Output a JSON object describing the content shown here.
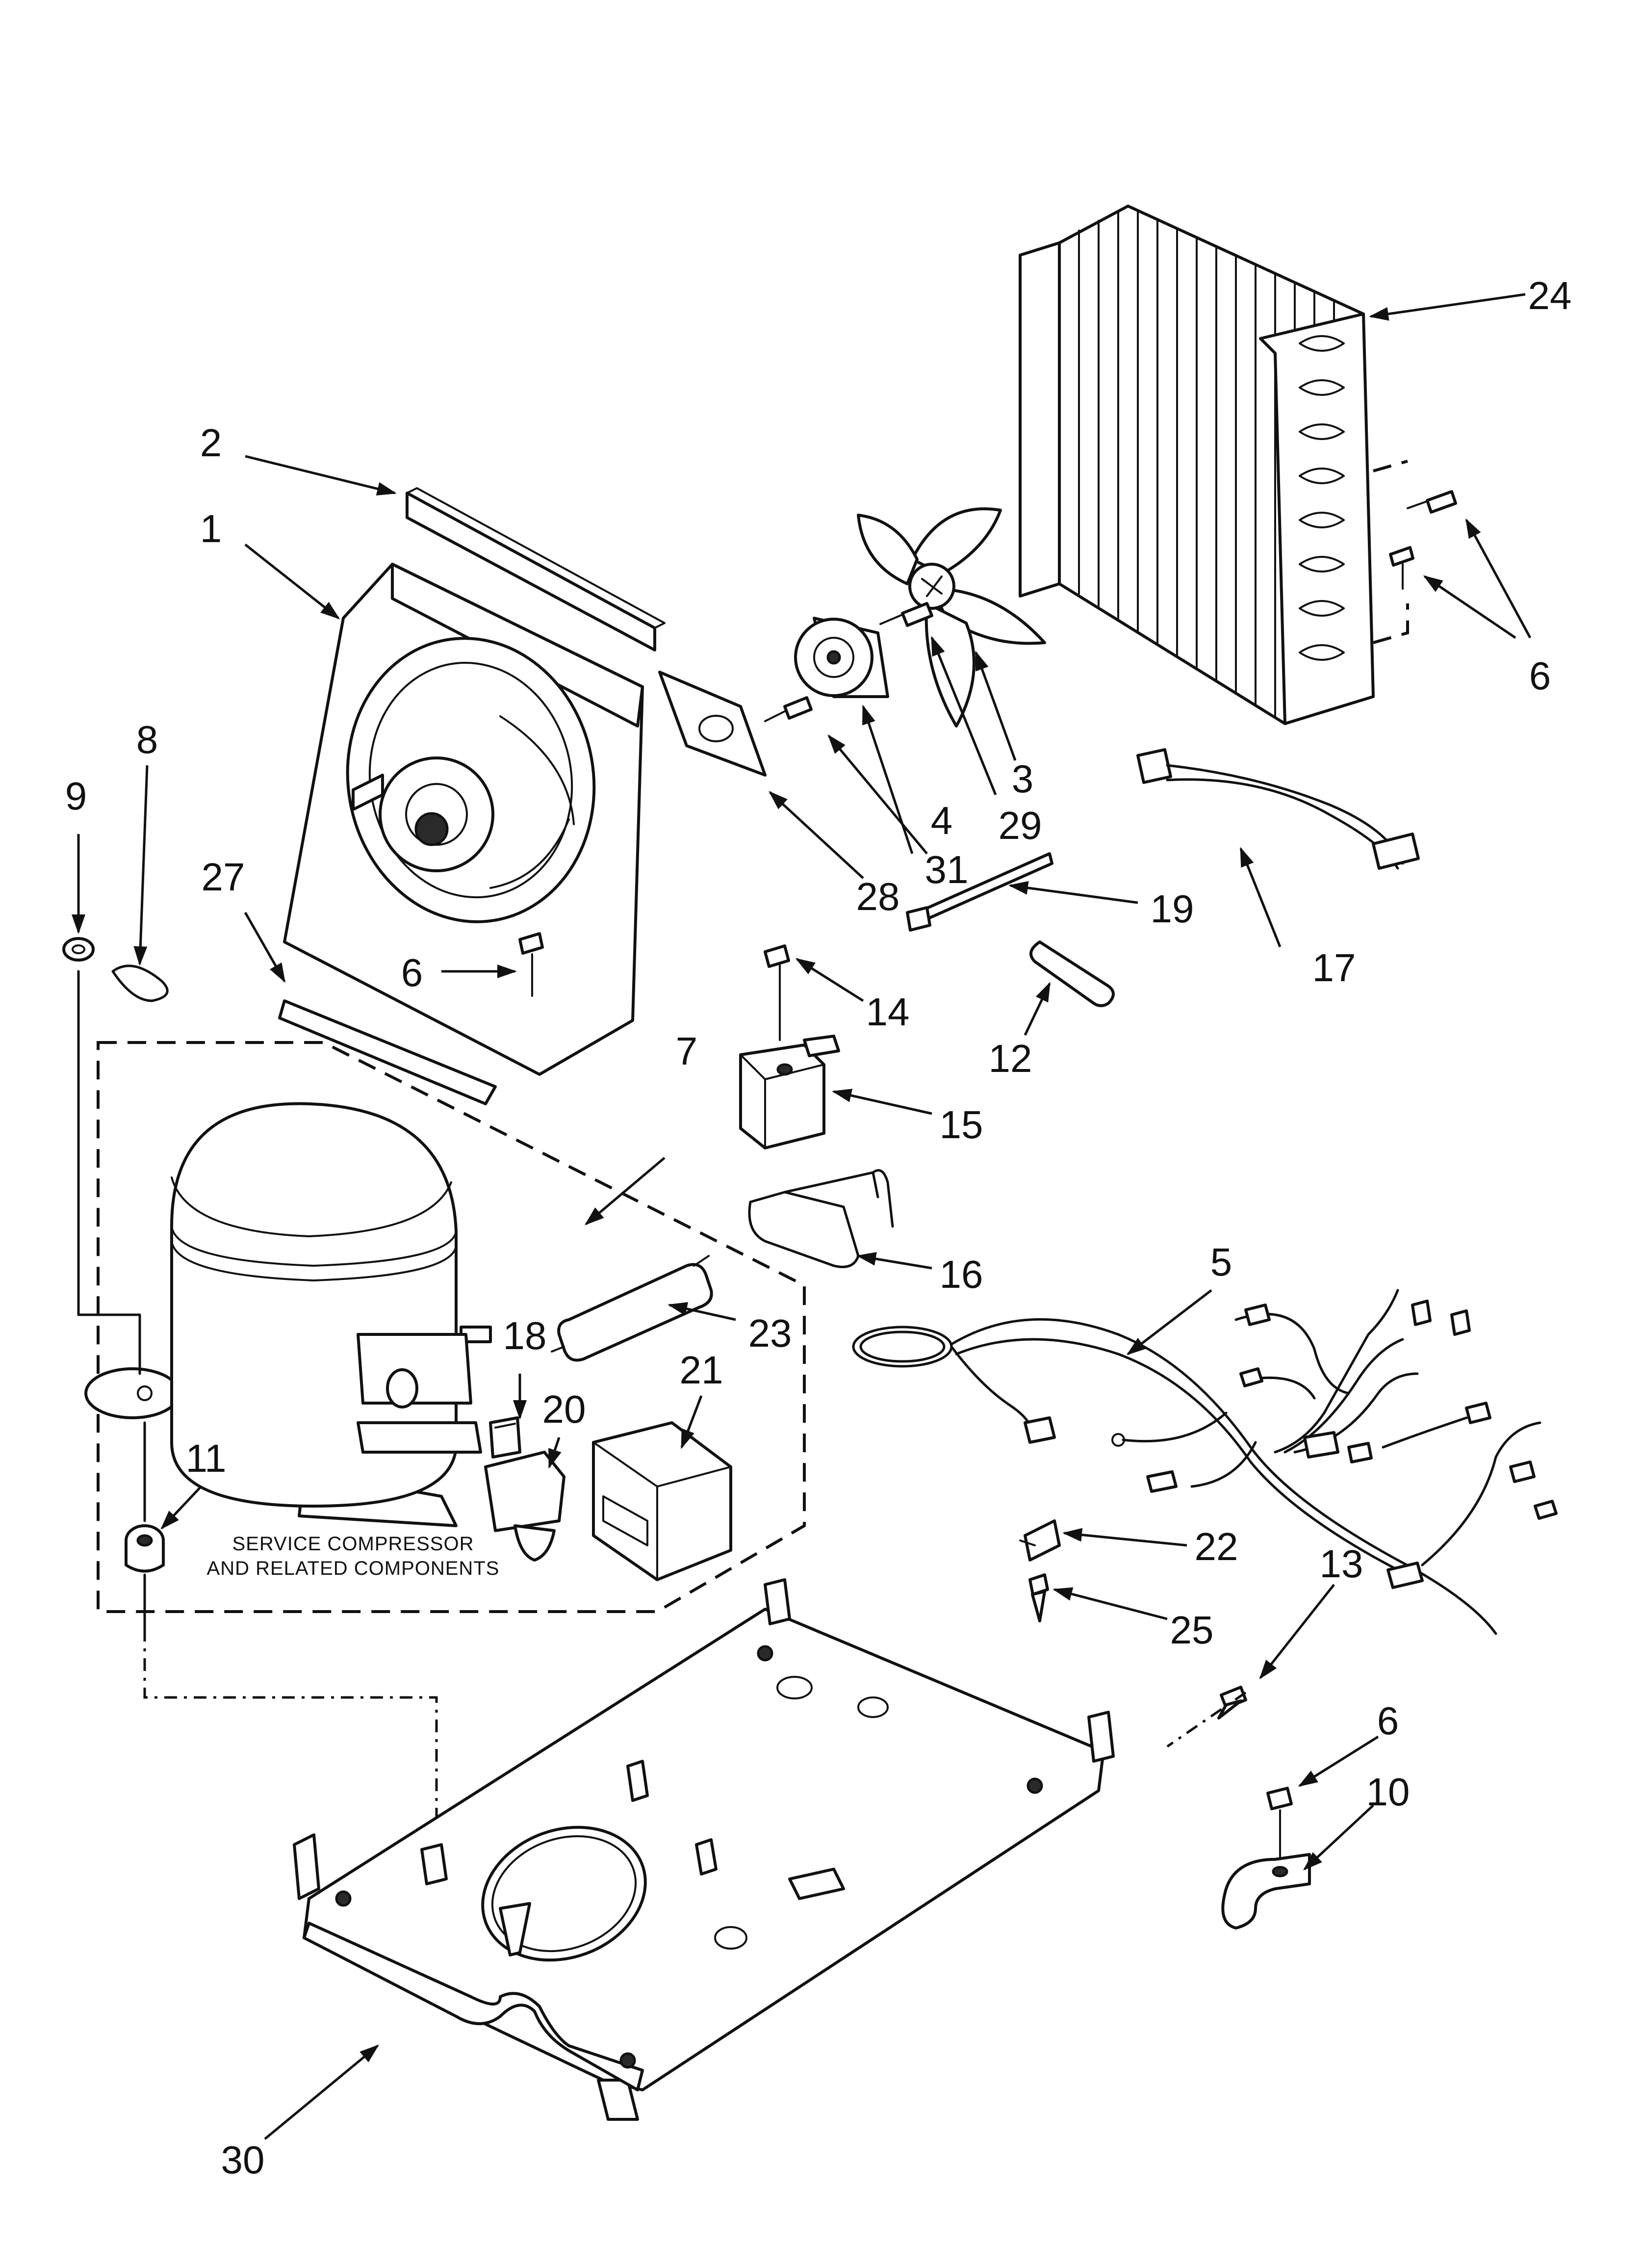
{
  "diagram": {
    "callouts": {
      "c1": "1",
      "c2": "2",
      "c3": "3",
      "c4": "4",
      "c5": "5",
      "c6a": "6",
      "c6b": "6",
      "c6c": "6",
      "c7": "7",
      "c8": "8",
      "c9": "9",
      "c10": "10",
      "c11": "11",
      "c12": "12",
      "c13": "13",
      "c14": "14",
      "c15": "15",
      "c16": "16",
      "c17": "17",
      "c18": "18",
      "c19": "19",
      "c20": "20",
      "c21": "21",
      "c22": "22",
      "c23": "23",
      "c24": "24",
      "c25": "25",
      "c27": "27",
      "c28": "28",
      "c29": "29",
      "c30": "30",
      "c31": "31"
    },
    "service_note": {
      "line1": "SERVICE COMPRESSOR",
      "line2": "AND RELATED COMPONENTS"
    }
  }
}
